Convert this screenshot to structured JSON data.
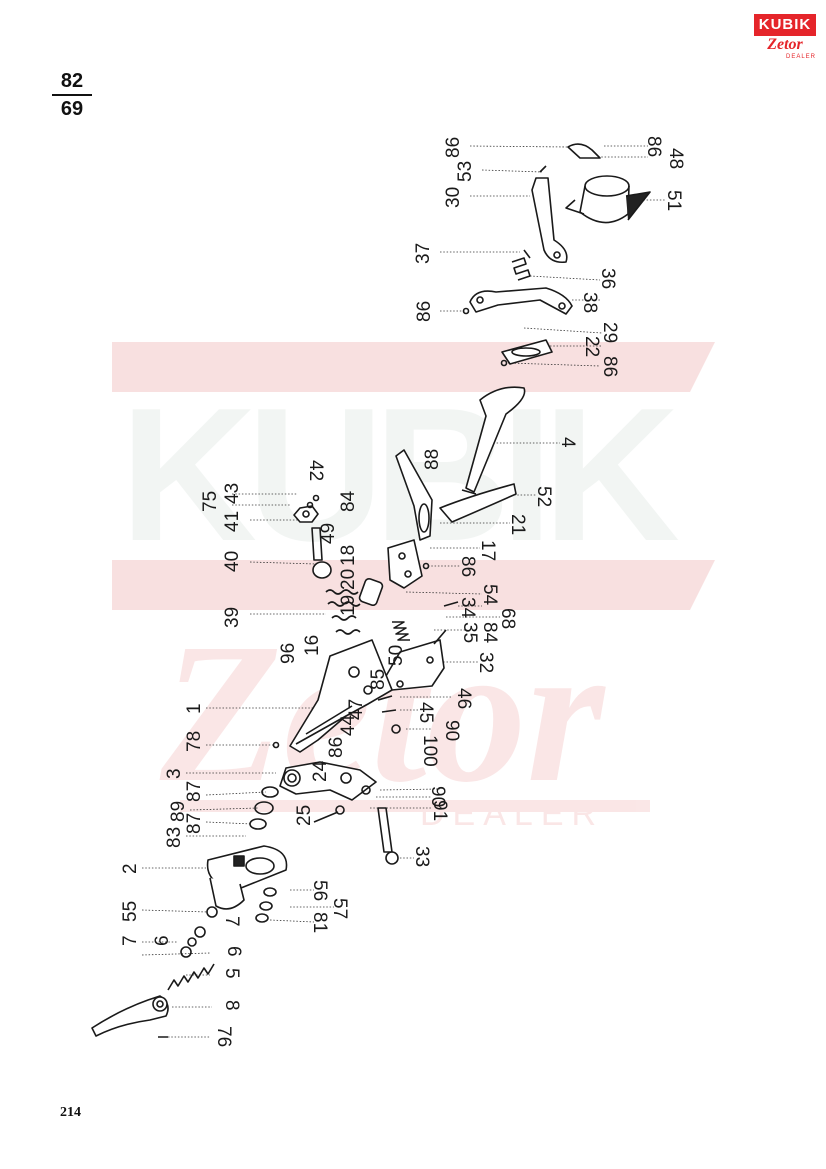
{
  "figure": {
    "numerator": "82",
    "denominator": "69"
  },
  "page_number": "214",
  "logo": {
    "brand": "KUBIK",
    "script": "Zetor",
    "tagline": "DEALER"
  },
  "watermark": {
    "brand": "KUBIK",
    "script": "Zetor",
    "tagline": "DEALER"
  },
  "callouts": [
    "86",
    "53",
    "30",
    "37",
    "86",
    "86",
    "48",
    "51",
    "36",
    "38",
    "29",
    "22",
    "86",
    "4",
    "88",
    "52",
    "43",
    "42",
    "75",
    "41",
    "84",
    "49",
    "18",
    "40",
    "21",
    "17",
    "86",
    "20",
    "19",
    "39",
    "54",
    "34",
    "84",
    "68",
    "96",
    "16",
    "50",
    "85",
    "35",
    "32",
    "1",
    "46",
    "47",
    "44",
    "45",
    "90",
    "100",
    "78",
    "86",
    "24",
    "90",
    "91",
    "3",
    "87",
    "89",
    "87",
    "83",
    "25",
    "33",
    "2",
    "56",
    "57",
    "55",
    "7",
    "81",
    "6",
    "7",
    "6",
    "5",
    "8",
    "76"
  ],
  "colors": {
    "ink": "#1a1a1a",
    "watermark": "#e5252a",
    "watermark_gray": "#e4ebe8"
  }
}
